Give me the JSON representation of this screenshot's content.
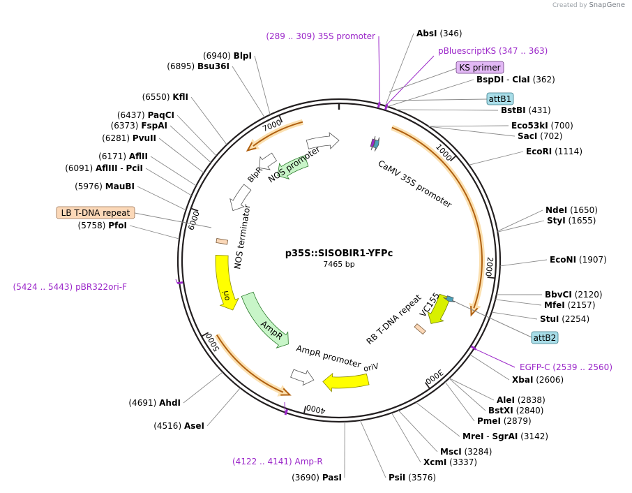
{
  "credit": {
    "prefix": "Created by",
    "brand": "SnapGene"
  },
  "plasmid": {
    "name": "p35S::SISOBIR1-YFPc",
    "size_label": "7465 bp"
  },
  "colors": {
    "backbone": "#231f20",
    "primer": "#9b27c9",
    "orange_feature": "#f0a030",
    "yellow_feature": "#ffff00",
    "green_feature": "#c8f5c8",
    "white_feature": "#ffffff",
    "lime_feature": "#d8f000",
    "attb_box": "#a8dde8",
    "ks_box": "#e2b8f5",
    "lb_box": "#fbd8b8"
  },
  "ticks": [
    {
      "pos": 1000,
      "label": "1000"
    },
    {
      "pos": 2000,
      "label": "2000"
    },
    {
      "pos": 3000,
      "label": "3000"
    },
    {
      "pos": 4000,
      "label": "4000"
    },
    {
      "pos": 5000,
      "label": "5000"
    },
    {
      "pos": 6000,
      "label": "6000"
    },
    {
      "pos": 7000,
      "label": "7000"
    }
  ],
  "sites": [
    {
      "enzyme": "AbsI",
      "pos": "(346)",
      "bp": 346
    },
    {
      "enzyme": "BspDI",
      "pos": "(362)",
      "bp": 362,
      "suffix": "ClaI"
    },
    {
      "enzyme": "BstBI",
      "pos": "(431)",
      "bp": 431
    },
    {
      "enzyme": "Eco53kI",
      "pos": "(700)",
      "bp": 700
    },
    {
      "enzyme": "SacI",
      "pos": "(702)",
      "bp": 702
    },
    {
      "enzyme": "EcoRI",
      "pos": "(1114)",
      "bp": 1114
    },
    {
      "enzyme": "NdeI",
      "pos": "(1650)",
      "bp": 1650
    },
    {
      "enzyme": "StyI",
      "pos": "(1655)",
      "bp": 1655
    },
    {
      "enzyme": "EcoNI",
      "pos": "(1907)",
      "bp": 1907
    },
    {
      "enzyme": "BbvCI",
      "pos": "(2120)",
      "bp": 2120
    },
    {
      "enzyme": "MfeI",
      "pos": "(2157)",
      "bp": 2157
    },
    {
      "enzyme": "StuI",
      "pos": "(2254)",
      "bp": 2254
    },
    {
      "enzyme": "XbaI",
      "pos": "(2606)",
      "bp": 2606
    },
    {
      "enzyme": "AleI",
      "pos": "(2838)",
      "bp": 2838
    },
    {
      "enzyme": "BstXI",
      "pos": "(2840)",
      "bp": 2840
    },
    {
      "enzyme": "PmeI",
      "pos": "(2879)",
      "bp": 2879
    },
    {
      "enzyme": "MreI",
      "pos": "(3142)",
      "bp": 3142,
      "suffix": "SgrAI"
    },
    {
      "enzyme": "MscI",
      "pos": "(3284)",
      "bp": 3284
    },
    {
      "enzyme": "XcmI",
      "pos": "(3337)",
      "bp": 3337
    },
    {
      "enzyme": "PsiI",
      "pos": "(3576)",
      "bp": 3576
    },
    {
      "enzyme": "PasI",
      "pos": "(3690)",
      "bp": 3690
    },
    {
      "enzyme": "AseI",
      "pos": "(4516)",
      "bp": 4516
    },
    {
      "enzyme": "AhdI",
      "pos": "(4691)",
      "bp": 4691
    },
    {
      "enzyme": "PfoI",
      "pos": "(5758)",
      "bp": 5758
    },
    {
      "enzyme": "MauBI",
      "pos": "(5976)",
      "bp": 5976
    },
    {
      "enzyme": "AflIII",
      "pos": "(6091)",
      "bp": 6091,
      "suffix": "PciI"
    },
    {
      "enzyme": "AflII",
      "pos": "(6171)",
      "bp": 6171
    },
    {
      "enzyme": "PvuII",
      "pos": "(6281)",
      "bp": 6281
    },
    {
      "enzyme": "FspAI",
      "pos": "(6373)",
      "bp": 6373
    },
    {
      "enzyme": "PaqCI",
      "pos": "(6437)",
      "bp": 6437
    },
    {
      "enzyme": "KflI",
      "pos": "(6550)",
      "bp": 6550
    },
    {
      "enzyme": "Bsu36I",
      "pos": "(6895)",
      "bp": 6895
    },
    {
      "enzyme": "BlpI",
      "pos": "(6940)",
      "bp": 6940
    }
  ],
  "primers": [
    {
      "name": "35S promoter",
      "range": "(289 .. 309)",
      "bp": 299
    },
    {
      "name": "pBluescriptKS",
      "range": "(347 .. 363)",
      "bp": 355
    },
    {
      "name": "EGFP-C",
      "range": "(2539 .. 2560)",
      "bp": 2550
    },
    {
      "name": "Amp-R",
      "range": "(4122 .. 4141)",
      "bp": 4131
    },
    {
      "name": "pBR322ori-F",
      "range": "(5424 .. 5443)",
      "bp": 5433
    }
  ],
  "boxed_labels": {
    "ks_primer": "KS primer",
    "attb1": "attB1",
    "attb2": "attB2",
    "lb_repeat": "LB T-DNA repeat"
  },
  "features": {
    "camv": "CaMV 35S promoter",
    "nos_promoter": "NOS promoter",
    "blpr": "BlpR",
    "nos_terminator": "NOS terminator",
    "ori": "ori",
    "ampr": "AmpR",
    "ampr_promoter": "AmpR promoter",
    "oriv": "oriV",
    "rb_repeat": "RB T-DNA repeat",
    "vc155": "VC155"
  }
}
